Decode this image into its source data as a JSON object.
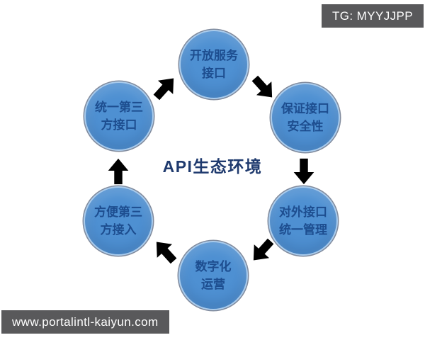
{
  "watermarks": {
    "top_right": "TG: MYYJJPP",
    "bottom_left": "www.portalintl-kaiyun.com"
  },
  "diagram": {
    "center_title": "API生态环境",
    "type": "cycle",
    "flow_direction": "clockwise",
    "nodes": [
      {
        "id": "open-service-interface",
        "position": "top",
        "line1": "开放服务",
        "line2": "接口"
      },
      {
        "id": "ensure-interface-security",
        "position": "top-right",
        "line1": "保证接口",
        "line2": "安全性"
      },
      {
        "id": "unified-external-management",
        "position": "bottom-right",
        "line1": "对外接口",
        "line2": "统一管理"
      },
      {
        "id": "digital-operation",
        "position": "bottom",
        "line1": "数字化",
        "line2": "运营"
      },
      {
        "id": "easy-third-party-access",
        "position": "bottom-left",
        "line1": "方便第三",
        "line2": "方接入"
      },
      {
        "id": "unified-third-party-interface",
        "position": "top-left",
        "line1": "统一第三",
        "line2": "方接口"
      }
    ]
  },
  "colors": {
    "background": "#FFFFFF",
    "node_fill": "#4E90D2",
    "node_border": "#A9CBEC",
    "node_text": "#1D4D8F",
    "title_text": "#1F3A6E",
    "arrow_fill": "#C9DCF2",
    "arrow_outline": "#3E4556",
    "badge_bg": "#59595B",
    "badge_text": "#FFFFFF"
  }
}
